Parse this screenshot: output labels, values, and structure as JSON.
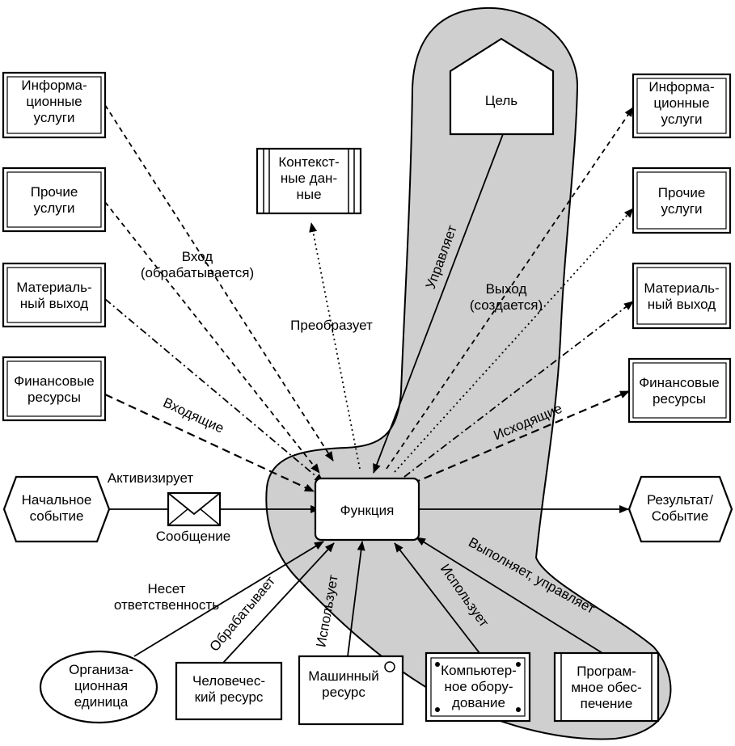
{
  "center": {
    "label": "Функция"
  },
  "goal": {
    "label": "Цель"
  },
  "context": {
    "lines": [
      "Контекст-",
      "ные дан-",
      "ные"
    ]
  },
  "inputs": [
    {
      "lines": [
        "Информа-",
        "ционные",
        "услуги"
      ]
    },
    {
      "lines": [
        "Прочие",
        "услуги"
      ]
    },
    {
      "lines": [
        "Материаль-",
        "ный выход"
      ]
    },
    {
      "lines": [
        "Финансовые",
        "ресурсы"
      ]
    }
  ],
  "outputs": [
    {
      "lines": [
        "Информа-",
        "ционные",
        "услуги"
      ]
    },
    {
      "lines": [
        "Прочие",
        "услуги"
      ]
    },
    {
      "lines": [
        "Материаль-",
        "ный выход"
      ]
    },
    {
      "lines": [
        "Финансовые",
        "ресурсы"
      ]
    }
  ],
  "start_event": {
    "lines": [
      "Начальное",
      "событие"
    ]
  },
  "result_event": {
    "lines": [
      "Результат/",
      "Событие"
    ]
  },
  "resources": [
    {
      "lines": [
        "Организа-",
        "ционная",
        "единица"
      ]
    },
    {
      "lines": [
        "Человечес-",
        "кий ресурс"
      ]
    },
    {
      "lines": [
        "Машинный",
        "ресурс"
      ]
    },
    {
      "lines": [
        "Компьютер-",
        "ное обору-",
        "дование"
      ]
    },
    {
      "lines": [
        "Програм-",
        "мное обес-",
        "печение"
      ]
    }
  ],
  "edge_labels": {
    "input": [
      "Вход",
      "(обрабатывается)"
    ],
    "output": [
      "Выход",
      "(создается)"
    ],
    "transforms": "Преобразует",
    "controls": "Управляет",
    "incoming": "Входящие",
    "outgoing": "Исходящие",
    "activates": "Активизирует",
    "message": "Сообщение",
    "responsible": [
      "Несет",
      "ответственность"
    ],
    "processes": "Обрабатывает",
    "uses_machine": "Использует",
    "uses_computer": "Использует",
    "executes": "Выполняет, управляет"
  }
}
